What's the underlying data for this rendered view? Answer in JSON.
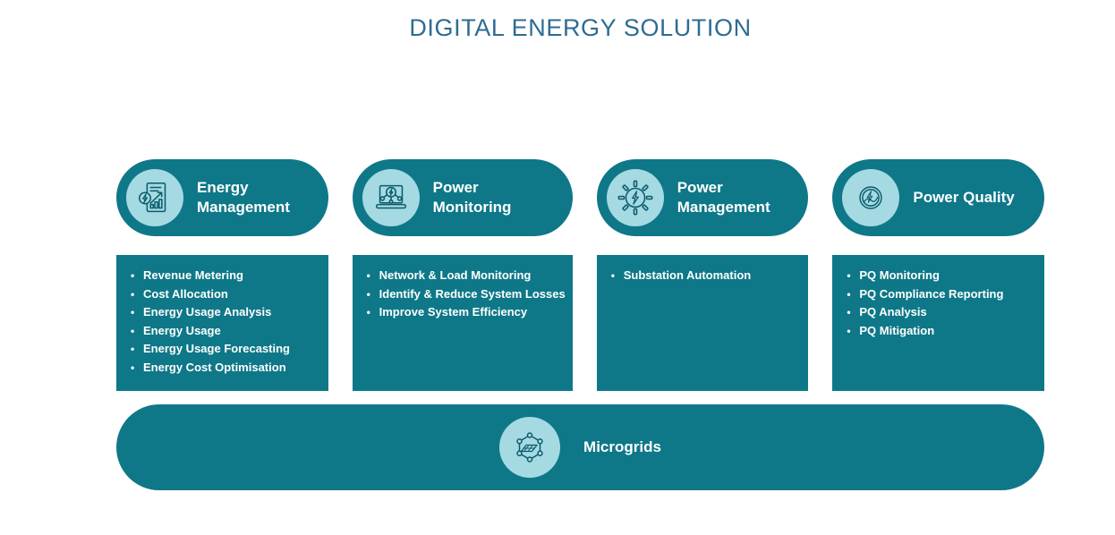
{
  "title": "DIGITAL ENERGY SOLUTION",
  "colors": {
    "teal": "#0E7888",
    "light_circle": "#A5DAE3",
    "icon_stroke": "#0B5B6B",
    "title_text": "#2E6C92",
    "body_text": "#FFFFFF"
  },
  "columns": [
    {
      "label": "Energy Management",
      "icon": "energy-management-icon",
      "items": [
        "Revenue Metering",
        "Cost Allocation",
        "Energy Usage Analysis",
        "Energy Usage",
        "Energy Usage Forecasting",
        "Energy Cost Optimisation"
      ]
    },
    {
      "label": "Power Monitoring",
      "icon": "power-monitoring-icon",
      "items": [
        "Network & Load Monitoring",
        "Identify & Reduce System Losses",
        "Improve System Efficiency"
      ]
    },
    {
      "label": "Power Management",
      "icon": "power-management-icon",
      "items": [
        "Substation Automation"
      ]
    },
    {
      "label": "Power Quality",
      "icon": "power-quality-icon",
      "items": [
        "PQ Monitoring",
        "PQ Compliance Reporting",
        "PQ Analysis",
        "PQ Mitigation"
      ]
    }
  ],
  "footer": {
    "label": "Microgrids",
    "icon": "microgrids-icon"
  }
}
